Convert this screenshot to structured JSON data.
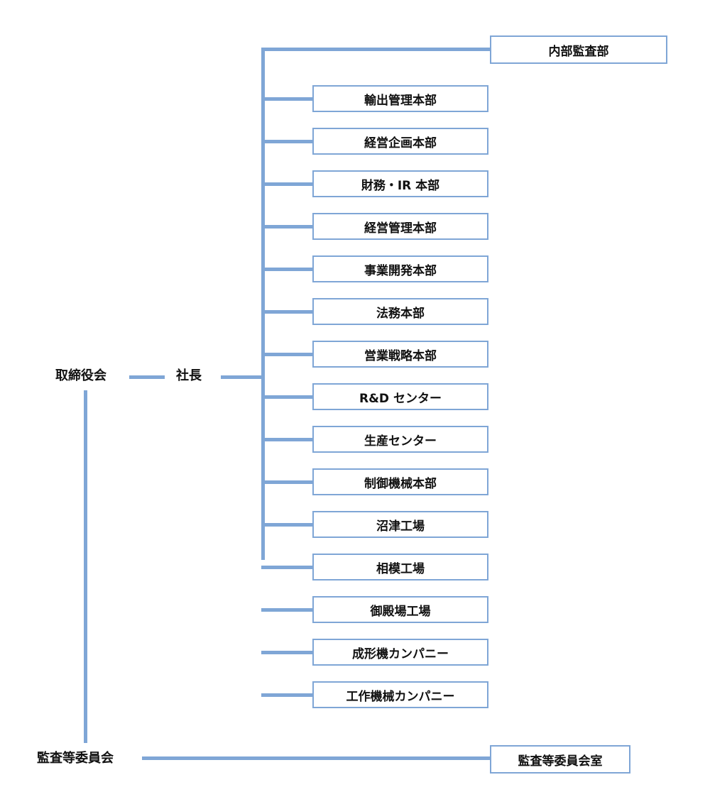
{
  "colors": {
    "line": "#7fa6d6",
    "box_border": "#7fa6d6",
    "text": "#111111",
    "background": "#ffffff"
  },
  "board": "取締役会",
  "president": "社長",
  "audit_committee": "監査等委員会",
  "audit_committee_office": "監査等委員会室",
  "internal_audit": "内部監査部",
  "departments": [
    "輸出管理本部",
    "経営企画本部",
    "財務・IR 本部",
    "経営管理本部",
    "事業開発本部",
    "法務本部",
    "営業戦略本部",
    "R&D センター",
    "生産センター",
    "制御機械本部",
    "沼津工場",
    "相模工場",
    "御殿場工場",
    "成形機カンパニー",
    "工作機械カンパニー"
  ]
}
